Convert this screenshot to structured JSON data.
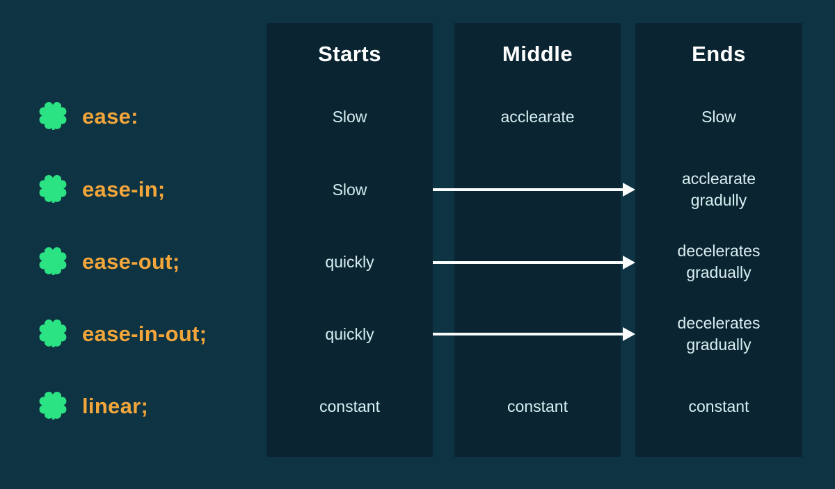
{
  "table": {
    "columns": [
      "Starts",
      "Middle",
      "Ends"
    ],
    "rows": [
      {
        "property": "ease:",
        "starts": "Slow",
        "middle": "acclearate",
        "ends": "Slow",
        "arrow": false
      },
      {
        "property": "ease-in;",
        "starts": "Slow",
        "middle": "",
        "ends": "acclearate\ngradully",
        "arrow": true
      },
      {
        "property": "ease-out;",
        "starts": "quickly",
        "middle": "",
        "ends": "decelerates\ngradually",
        "arrow": true
      },
      {
        "property": "ease-in-out;",
        "starts": "quickly",
        "middle": "",
        "ends": "decelerates\ngradually",
        "arrow": true
      },
      {
        "property": "linear;",
        "starts": "constant",
        "middle": "constant",
        "ends": "constant",
        "arrow": false
      }
    ]
  },
  "icons": {
    "bullet": "clover-icon"
  },
  "colors": {
    "page_background": "#0E3443",
    "column_background": "#0A2531",
    "property_text": "#F4A63A",
    "clover_green": "#2CE383",
    "header_text": "#FFFFFF",
    "cell_text": "#D9EEF2",
    "arrow": "#FBFDFD"
  }
}
